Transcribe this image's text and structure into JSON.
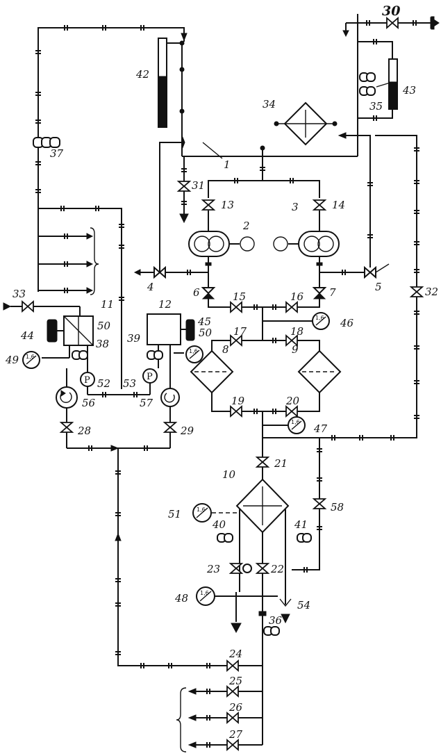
{
  "labels": {
    "n1": "1",
    "n2": "2",
    "n3": "3",
    "n4": "4",
    "n5": "5",
    "n6": "6",
    "n7": "7",
    "n8": "8",
    "n9": "9",
    "n10": "10",
    "n11": "11",
    "n12": "12",
    "n13": "13",
    "n14": "14",
    "n15": "15",
    "n16": "16",
    "n17": "17",
    "n18": "18",
    "n19": "19",
    "n20": "20",
    "n21": "21",
    "n22": "22",
    "n23": "23",
    "n24": "24",
    "n25": "25",
    "n26": "26",
    "n27": "27",
    "n28": "28",
    "n29": "29",
    "n30": "30",
    "n31": "31",
    "n32": "32",
    "n33": "33",
    "n34": "34",
    "n35": "35",
    "n36": "36",
    "n37": "37",
    "n38": "38",
    "n39": "39",
    "n40": "40",
    "n41": "41",
    "n42": "42",
    "n43": "43",
    "n44": "44",
    "n45": "45",
    "n46": "46",
    "n47": "47",
    "n48": "48",
    "n49": "49",
    "n50a": "50",
    "n50b": "50",
    "n51": "51",
    "n52": "52",
    "n53": "53",
    "n54": "54",
    "n56": "56",
    "n57": "57",
    "n58": "58"
  },
  "gauge_text": "P"
}
